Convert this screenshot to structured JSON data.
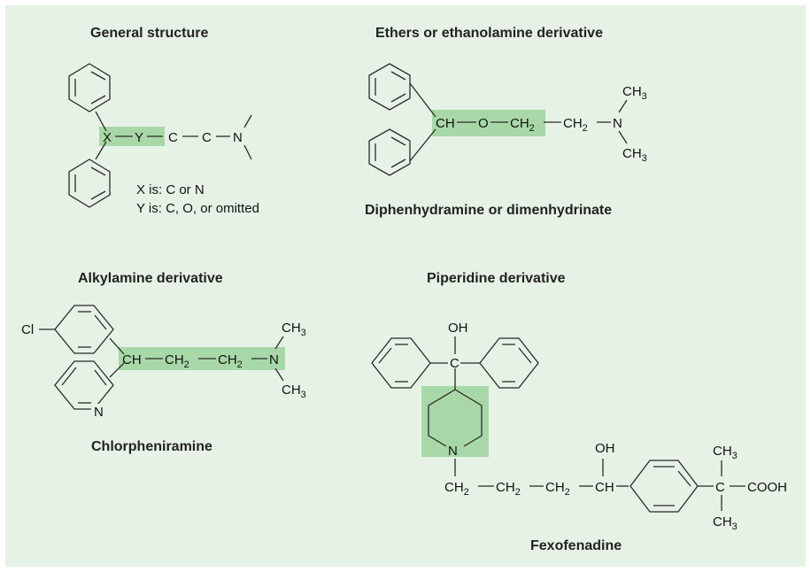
{
  "general": {
    "title": "General structure",
    "x": "X",
    "y": "Y",
    "c1": "C",
    "c2": "C",
    "n": "N",
    "note1": "X is: C or N",
    "note2": "Y is: C, O, or omitted"
  },
  "ethers": {
    "title": "Ethers or ethanolamine derivative",
    "ch": "CH",
    "o": "O",
    "ch2a": "CH",
    "ch2b": "CH",
    "sub2": "2",
    "n": "N",
    "ch3": "CH",
    "sub3": "3",
    "caption": "Diphenhydramine or dimenhydrinate"
  },
  "alkyl": {
    "title": "Alkylamine derivative",
    "cl": "Cl",
    "ch": "CH",
    "ch2": "CH",
    "sub2": "2",
    "n": "N",
    "ring_n": "N",
    "ch3": "CH",
    "sub3": "3",
    "caption": "Chlorpheniramine"
  },
  "piper": {
    "title": "Piperidine derivative",
    "oh": "OH",
    "c": "C",
    "n": "N",
    "ch2": "CH",
    "sub2": "2",
    "ch": "CH",
    "ch3": "CH",
    "sub3": "3",
    "cooh": "COOH",
    "c2": "C",
    "caption": "Fexofenadine"
  }
}
